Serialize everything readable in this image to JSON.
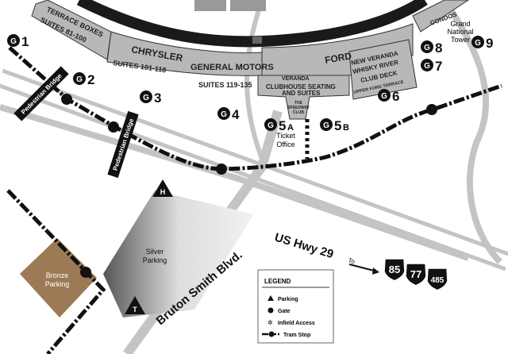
{
  "gates": {
    "g1": "1",
    "g2": "2",
    "g3": "3",
    "g4": "4",
    "g5a": "5",
    "g5a_sub": "A",
    "g5b": "5",
    "g5b_sub": "B",
    "g6": "6",
    "g7": "7",
    "g8": "8",
    "g9": "9",
    "gate_letter": "G"
  },
  "stands": {
    "terrace_boxes": "TERRACE BOXES",
    "suites_81_100": "SUITES 81-100",
    "chrysler": "CHRYSLER",
    "suites_101_118": "SUITES 101-118",
    "general_motors": "GENERAL MOTORS",
    "suites_119_135": "SUITES 119-135",
    "veranda": "VERANDA",
    "clubhouse_1": "CLUBHOUSE SEATING",
    "clubhouse_2": "AND SUITES",
    "speedway_club_1": "THE",
    "speedway_club_2": "SPEEDWAY",
    "speedway_club_3": "CLUB",
    "ford": "FORD",
    "new_veranda": "NEW VERANDA",
    "whisky_river": "WHISKY RIVER",
    "club_deck": "CLUB DECK",
    "upper_ford_terrace": "UPPER FORD TERRACE",
    "condos": "CONDOS"
  },
  "places": {
    "grand_national_1": "Grand",
    "grand_national_2": "National",
    "grand_national_3": "Tower",
    "ticket_1": "Ticket",
    "ticket_2": "Office",
    "ped_bridge_1": "Pedestrian Bridge",
    "ped_bridge_2": "Pedestrian Bridge",
    "silver_1": "Silver",
    "silver_2": "Parking",
    "bronze_1": "Bronze",
    "bronze_2": "Parking",
    "h_marker": "H",
    "t_marker": "T",
    "bruton": "Bruton Smith Blvd.",
    "us29": "US Hwy 29",
    "to": "To"
  },
  "interstates": [
    "85",
    "77",
    "485"
  ],
  "legend": {
    "title": "LEGEND",
    "parking": "Parking",
    "gate": "Gate",
    "infield": "Infield Access",
    "tram": "Tram Stop"
  },
  "colors": {
    "track": "#1a1a1a",
    "stand": "#b8b8b8",
    "road": "#bdbdbd",
    "bronze": "#9c7a55"
  }
}
